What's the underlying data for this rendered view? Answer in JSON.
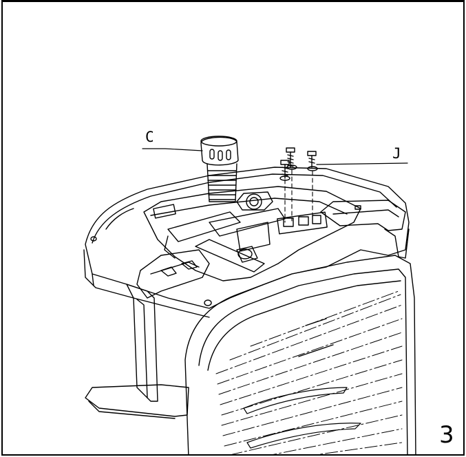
{
  "diagram": {
    "callouts": [
      {
        "id": "C",
        "label": "C"
      },
      {
        "id": "J",
        "label": "J"
      }
    ],
    "page_number": "3",
    "stroke_color": "#000000",
    "background_color": "#ffffff"
  }
}
